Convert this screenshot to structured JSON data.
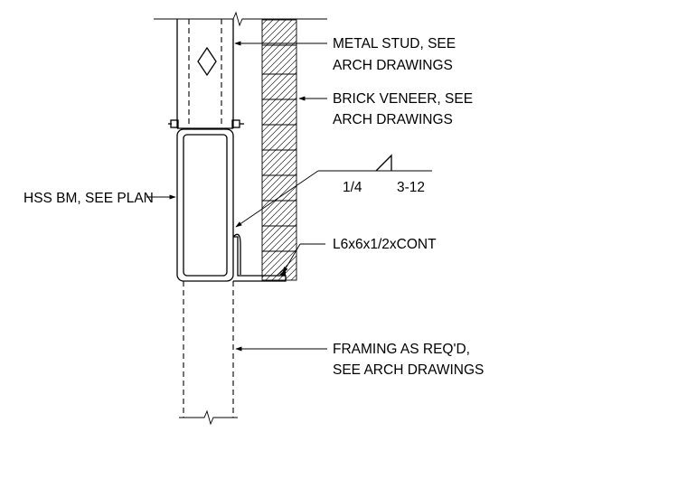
{
  "labels": {
    "metal_stud_1": "METAL STUD, SEE",
    "metal_stud_2": "ARCH DRAWINGS",
    "brick_1": "BRICK VENEER, SEE",
    "brick_2": "ARCH DRAWINGS",
    "weld_size": "1/4",
    "weld_length": "3-12",
    "hss": "HSS BM, SEE PLAN",
    "angle": "L6x6x1/2xCONT",
    "framing_1": "FRAMING AS REQ'D,",
    "framing_2": "SEE ARCH DRAWINGS"
  }
}
